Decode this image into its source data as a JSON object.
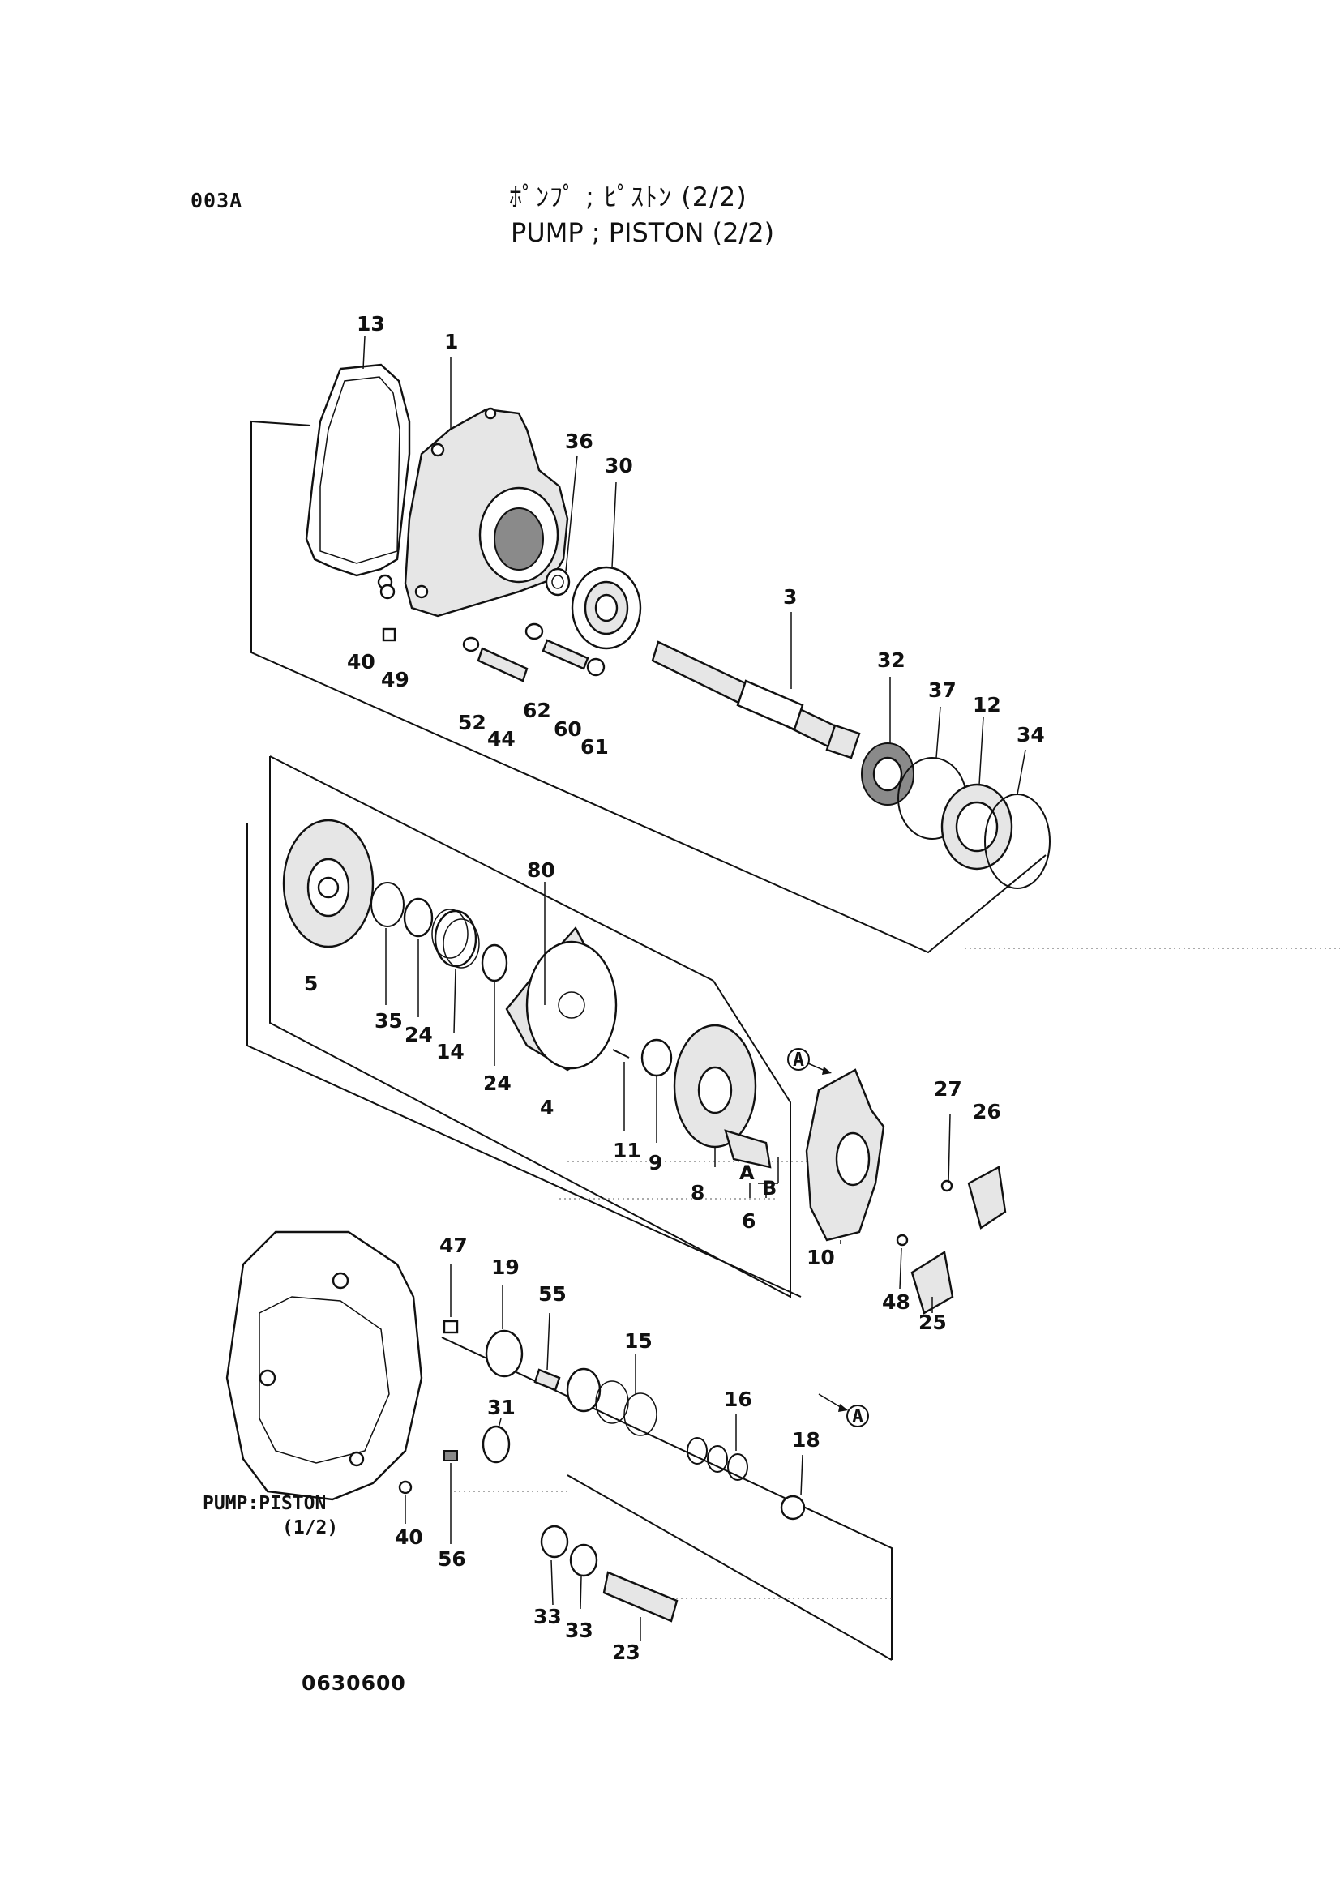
{
  "header": {
    "page_code": "003A",
    "title_jp": "ﾎﾟﾝﾌﾟ ; ﾋﾟｽﾄﾝ (2/2)",
    "title_en": "PUMP ; PISTON (2/2)"
  },
  "footer": {
    "drawing_number": "0630600"
  },
  "reference_note": {
    "line1": "PUMP:PISTON",
    "line2": "(1/2)"
  },
  "detail_marker": "A",
  "sub_labels": {
    "a": "A",
    "b": "B"
  },
  "part_numbers": {
    "p1": "1",
    "p3": "3",
    "p4": "4",
    "p5": "5",
    "p6": "6",
    "p8": "8",
    "p9": "9",
    "p10": "10",
    "p11": "11",
    "p12": "12",
    "p13": "13",
    "p14": "14",
    "p15": "15",
    "p16": "16",
    "p18": "18",
    "p19": "19",
    "p23": "23",
    "p24a": "24",
    "p24b": "24",
    "p25": "25",
    "p26": "26",
    "p27": "27",
    "p30": "30",
    "p31": "31",
    "p32": "32",
    "p33a": "33",
    "p33b": "33",
    "p34": "34",
    "p35": "35",
    "p36": "36",
    "p37": "37",
    "p40a": "40",
    "p40b": "40",
    "p44": "44",
    "p47": "47",
    "p48": "48",
    "p49": "49",
    "p52": "52",
    "p55": "55",
    "p56": "56",
    "p60": "60",
    "p61": "61",
    "p62": "62",
    "p80": "80"
  }
}
